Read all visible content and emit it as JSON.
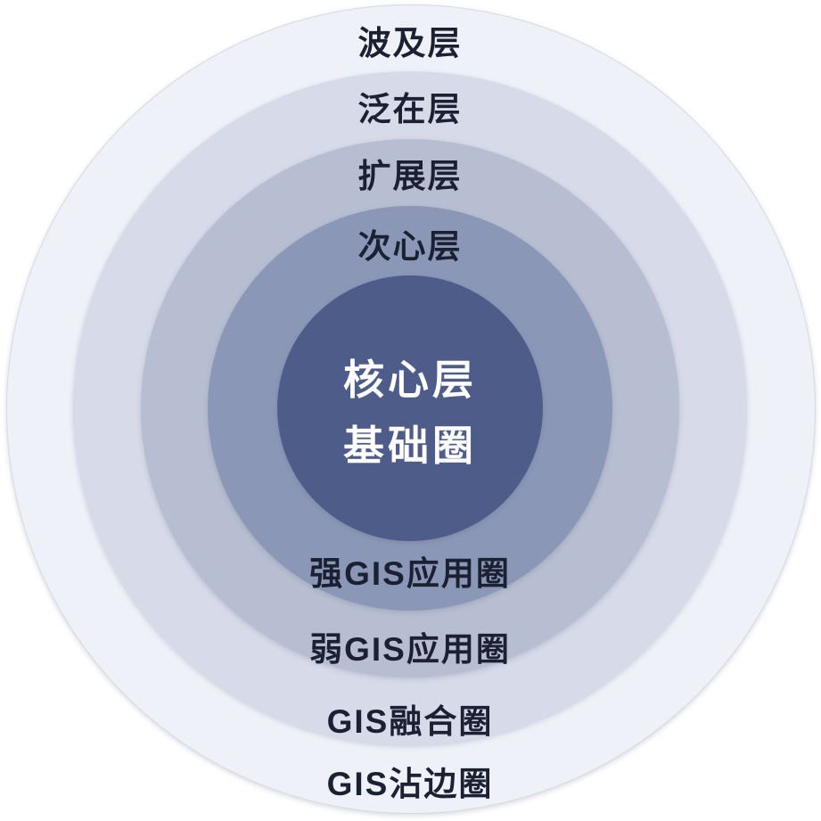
{
  "diagram": {
    "type": "concentric-circles",
    "background": "#ffffff",
    "label_color": "#1b2133",
    "rings": [
      {
        "name": "outermost-ring",
        "top_label": "波及层",
        "bottom_label": "GIS沾边圈",
        "color": "#eef1f8"
      },
      {
        "name": "second-ring",
        "top_label": "泛在层",
        "bottom_label": "GIS融合圈",
        "color": "#d7dae8"
      },
      {
        "name": "third-ring",
        "top_label": "扩展层",
        "bottom_label": "弱GIS应用圈",
        "color": "#b8bed1"
      },
      {
        "name": "fourth-ring",
        "top_label": "次心层",
        "bottom_label": "强GIS应用圈",
        "color": "#8b97b7"
      }
    ],
    "core": {
      "line1": "核心层",
      "line2": "基础圈",
      "color": "#4e5c8a",
      "text_color": "#ffffff"
    }
  }
}
